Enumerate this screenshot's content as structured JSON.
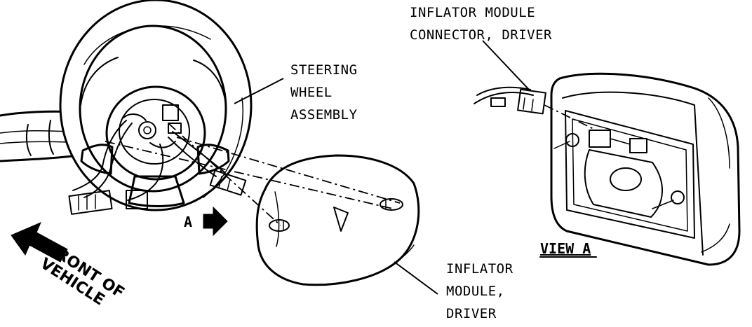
{
  "labels": {
    "connector_line1": "INFLATOR MODULE",
    "connector_line2": "CONNECTOR, DRIVER",
    "steering_line1": "STEERING",
    "steering_line2": "WHEEL",
    "steering_line3": "ASSEMBLY",
    "module_line1": "INFLATOR",
    "module_line2": "MODULE,",
    "module_line3": "DRIVER",
    "view_a": "VIEW A",
    "view_marker": "A",
    "front_line1": "FRONT OF",
    "front_line2": "VEHICLE"
  },
  "colors": {
    "ink": "#000000",
    "paper": "#ffffff"
  },
  "icons": {
    "front_arrow": "arrow-left-down-icon",
    "view_arrow": "arrow-right-icon"
  }
}
